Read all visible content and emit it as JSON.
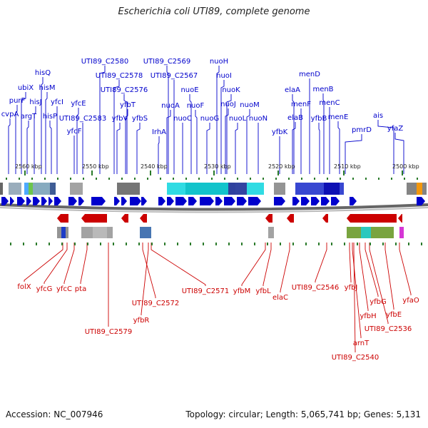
{
  "title": "Escherichia coli UTI89, complete genome",
  "footer": {
    "accession": "Accession: NC_007946",
    "summary": "Topology: circular; Length: 5,065,741 bp; Genes: 5,131"
  },
  "colors": {
    "forward": "#0000cc",
    "reverse": "#cc0000",
    "backbone": "#888888",
    "tick": "#2a7a2a"
  },
  "ruler": {
    "labels": [
      "2560 kbp",
      "2550 kbp",
      "2540 kbp",
      "2530 kbp",
      "2520 kbp",
      "2510 kbp",
      "2500 kbp"
    ]
  },
  "top_genes": [
    "cvpA",
    "purF",
    "ubiX",
    "argT",
    "hisJ",
    "hisQ",
    "hisM",
    "hisP",
    "yfcI",
    "yfcF",
    "yfcE",
    "UTI89_C2583",
    "UTI89_C2580",
    "UTI89_C2578",
    "yfbV",
    "yfbT",
    "UTI89_C2576",
    "yfbS",
    "IrhA",
    "nuoA",
    "UTI89_C2569",
    "UTI89_C2567",
    "nuoC",
    "nuoE",
    "nuoF",
    "nuoG",
    "nuoH",
    "nuoI",
    "nuoJ",
    "nuoK",
    "nuoL",
    "nuoM",
    "nuoN",
    "yfbK",
    "elaB",
    "elaA",
    "menF",
    "menD",
    "yfbB",
    "menB",
    "menC",
    "menE",
    "pmrD",
    "ais",
    "yfaZ"
  ],
  "bottom_genes": [
    "folX",
    "yfcG",
    "yfcC",
    "pta",
    "UTI89_C2579",
    "UTI89_C2572",
    "yfbR",
    "UTI89_C2571",
    "yfbM",
    "yfbL",
    "elaC",
    "UTI89_C2546",
    "yfbJ",
    "arnT",
    "UTI89_C2540",
    "yfbH",
    "yfbG",
    "UTI89_C2536",
    "yfbE",
    "yfaO"
  ]
}
